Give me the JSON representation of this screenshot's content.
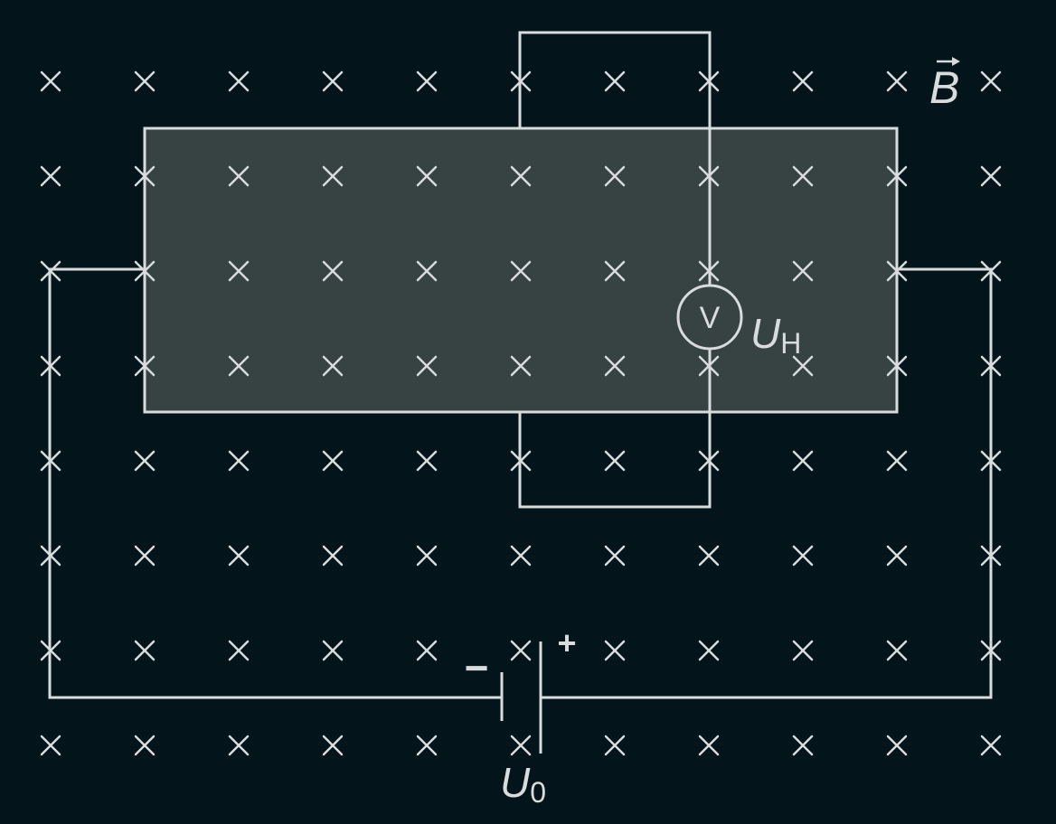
{
  "colors": {
    "background": "#03141b",
    "line": "#d8dcdc",
    "plate_fill": "#3c4747"
  },
  "labels": {
    "field_symbol": "B",
    "meter_symbol": "V",
    "hall_voltage": "U",
    "hall_voltage_subscript": "H",
    "source_voltage": "U",
    "source_voltage_subscript": "0",
    "battery_minus": "−",
    "battery_plus": "+"
  },
  "field": {
    "direction": "into-page",
    "marker": "×",
    "columns": 11,
    "rows": 8
  }
}
